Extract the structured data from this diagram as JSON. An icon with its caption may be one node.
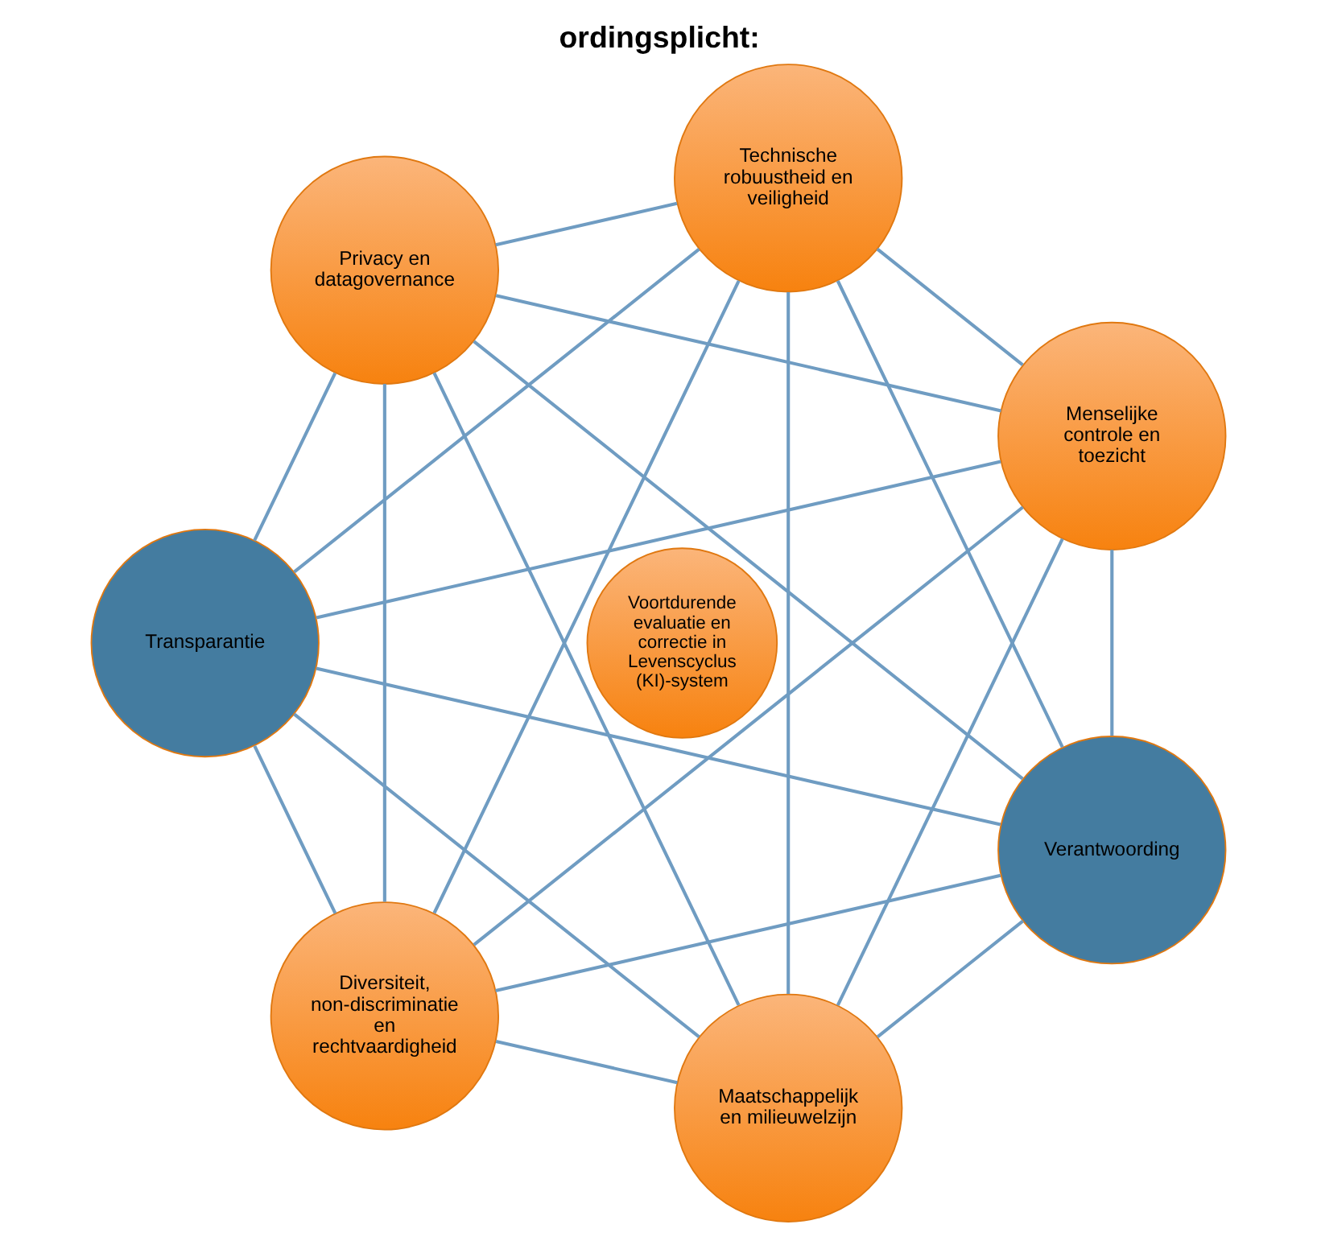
{
  "diagram": {
    "title": "ordingsplicht:",
    "nodes": [
      {
        "text": [
          "Menselijke controle en toezicht"
        ]
      },
      {
        "text": [
          "Technische robuustheid en veiligheid"
        ]
      },
      {
        "text": [
          "Privacy en datagovernance"
        ]
      },
      {
        "text": [
          "Transparantie"
        ]
      },
      {
        "text": [
          "Diversiteit, non-discriminatie en rechtvaardigheid"
        ]
      },
      {
        "text": [
          "Maatschappelijk en milieuwelzijn"
        ]
      },
      {
        "text": [
          "Verantwoording"
        ]
      },
      {
        "text": [
          "Voortdurende evaluatie en correctie in Levenscyclus (KI)-system"
        ]
      }
    ],
    "edges": [
      {
        "from": 0,
        "to": 1,
        "arrow": "none"
      },
      {
        "from": 1,
        "to": 2,
        "arrow": "none"
      },
      {
        "from": 2,
        "to": 3,
        "arrow": "none"
      },
      {
        "from": 3,
        "to": 4,
        "arrow": "none"
      },
      {
        "from": 4,
        "to": 5,
        "arrow": "none"
      },
      {
        "from": 5,
        "to": 6,
        "arrow": "none"
      },
      {
        "from": 6,
        "to": 0,
        "arrow": "none"
      },
      {
        "from": 0,
        "to": 2,
        "arrow": "none"
      },
      {
        "from": 0,
        "to": 3,
        "arrow": "none"
      },
      {
        "from": 0,
        "to": 4,
        "arrow": "none"
      },
      {
        "from": 0,
        "to": 5,
        "arrow": "none"
      },
      {
        "from": 1,
        "to": 3,
        "arrow": "none"
      },
      {
        "from": 1,
        "to": 4,
        "arrow": "none"
      },
      {
        "from": 1,
        "to": 5,
        "arrow": "none"
      },
      {
        "from": 1,
        "to": 6,
        "arrow": "none"
      },
      {
        "from": 2,
        "to": 4,
        "arrow": "none"
      },
      {
        "from": 2,
        "to": 5,
        "arrow": "none"
      },
      {
        "from": 2,
        "to": 6,
        "arrow": "none"
      },
      {
        "from": 3,
        "to": 5,
        "arrow": "none"
      },
      {
        "from": 3,
        "to": 6,
        "arrow": "none"
      },
      {
        "from": 4,
        "to": 6,
        "arrow": "none"
      }
    ]
  }
}
